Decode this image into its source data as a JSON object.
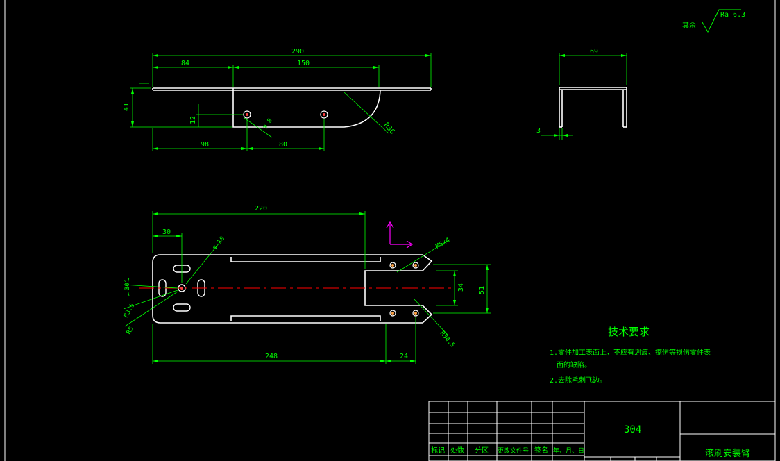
{
  "colors": {
    "background": "#000000",
    "outline": "#ffffff",
    "dimension": "#00ff00",
    "center": "#ff0000",
    "axis": "#ff00ff",
    "text": "#00ff00",
    "table": "#ffffff",
    "leader": "#ffff00"
  },
  "roughness": {
    "label": "其余",
    "value": "Ra 6.3"
  },
  "dims": {
    "front": {
      "total": "290",
      "left": "84",
      "mid": "150",
      "height": "41",
      "hole_height": "12",
      "hole_x": "98",
      "hole_pitch": "80",
      "radius": "R36",
      "hole_dia": "φ 8"
    },
    "side": {
      "width": "69",
      "thickness": "3"
    },
    "plan": {
      "length": "220",
      "offset": "30",
      "hole": "φ 10",
      "angle": "30°",
      "r_small": "R3.5",
      "r_outer": "R5",
      "bottom": "248",
      "tail": "24",
      "slot": "34",
      "width": "51",
      "thread": "M5x4",
      "r_big": "R34.5"
    }
  },
  "notes": {
    "title": "技术要求",
    "line1a": "1.零件加工表面上，不应有划痕、擦伤等损伤零件表",
    "line1b": "面的缺陷。",
    "line2": "2.去除毛刺飞边。"
  },
  "title_block": {
    "material": "304",
    "name": "滚刷安装臂",
    "header": [
      "标记",
      "处数",
      "分区",
      "更改文件号",
      "签名",
      "年、月、日"
    ]
  }
}
